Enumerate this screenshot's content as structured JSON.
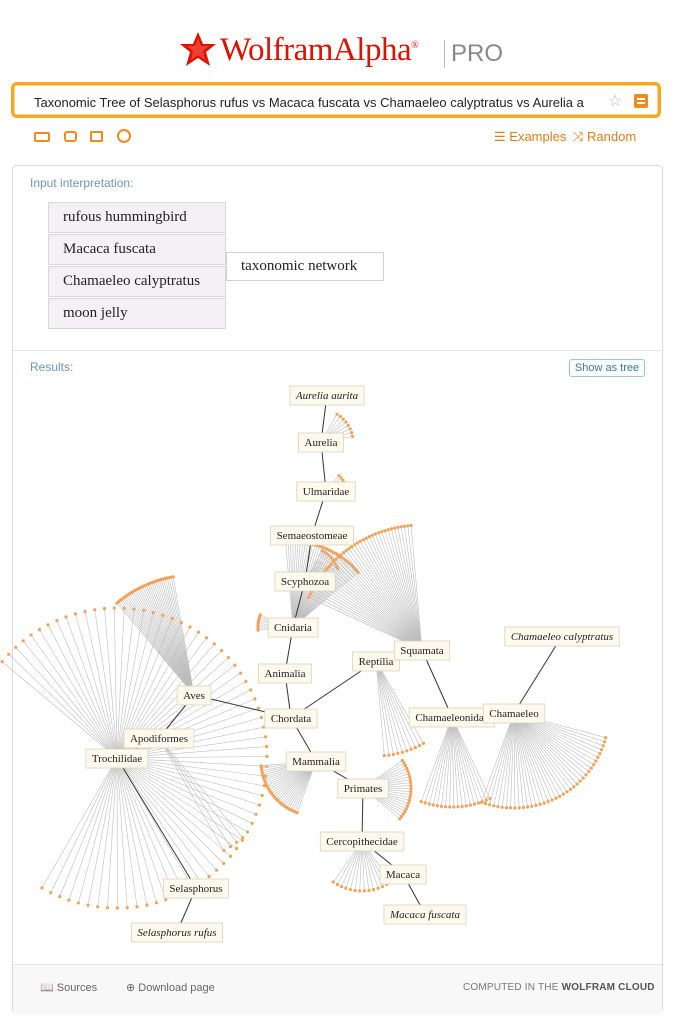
{
  "header": {
    "brand": "WolframAlpha",
    "edition": "PRO"
  },
  "search": {
    "value": "Taxonomic Tree of Selasphorus rufus vs Macaca fuscata vs Chamaeleo calyptratus vs Aurelia a"
  },
  "toolbar": {
    "icons": [
      "keyboard-icon",
      "camera-icon",
      "list-icon",
      "share-icon"
    ],
    "examples_label": "Examples",
    "random_label": "Random"
  },
  "interpretation": {
    "label": "Input interpretation:",
    "items": [
      "rufous hummingbird",
      "Macaca fuscata",
      "Chamaeleo calyptratus",
      "moon jelly"
    ],
    "relation": "taxonomic network"
  },
  "results": {
    "label": "Results:",
    "show_as_tree_label": "Show as tree",
    "nodes": {
      "aurelia_aurita": "Aurelia aurita",
      "aurelia": "Aurelia",
      "ulmaridae": "Ulmaridae",
      "semaeostomeae": "Semaeostomeae",
      "scyphozoa": "Scyphozoa",
      "cnidaria": "Cnidaria",
      "animalia": "Animalia",
      "chordata": "Chordata",
      "reptilia": "Reptilia",
      "squamata": "Squamata",
      "chamaeleonidae": "Chamaeleonidae",
      "chamaeleo": "Chamaeleo",
      "chamaeleo_calyptratus": "Chamaeleo calyptratus",
      "aves": "Aves",
      "apodiformes": "Apodiformes",
      "trochilidae": "Trochilidae",
      "selasphorus": "Selasphorus",
      "selasphorus_rufus": "Selasphorus rufus",
      "mammalia": "Mammalia",
      "primates": "Primates",
      "cercopithecidae": "Cercopithecidae",
      "macaca": "Macaca",
      "macaca_fuscata": "Macaca fuscata"
    }
  },
  "footer": {
    "sources_label": "Sources",
    "download_label": "Download page",
    "computed_prefix": "COMPUTED IN THE",
    "computed_brand": "WOLFRAM CLOUD"
  },
  "colors": {
    "accent": "#f08a1c",
    "brand_red": "#dd1100",
    "leaf": "#f4a15a",
    "edge": "#333333",
    "leaf_edge": "#bdbdbd",
    "label_bg": "#fdf9ec"
  }
}
